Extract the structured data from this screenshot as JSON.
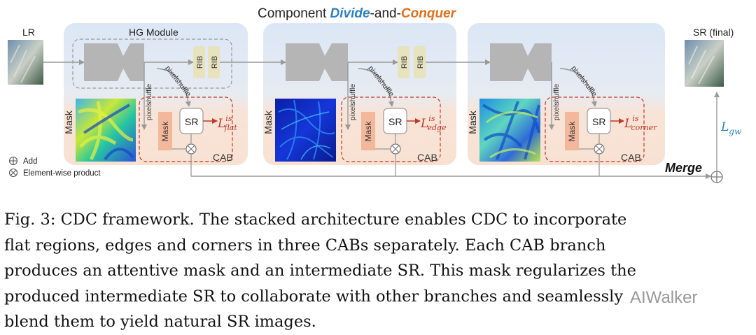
{
  "title": {
    "prefix": "Component ",
    "divide": "Divide",
    "mid": "-and-",
    "conquer": "Conquer"
  },
  "colors": {
    "divide": "#2b7fc4",
    "conquer": "#e0701a",
    "arrow_red": "#c0392b",
    "blue_panel": "#dce8f5",
    "peach_panel": "#f9e3d4",
    "gray_block": "#b5b5b5",
    "rib": "#e6e3bd",
    "mask_block": "#f3b89c",
    "dash_red": "#c0392b"
  },
  "labels": {
    "lr": "LR",
    "sr_final": "SR (final)",
    "hg_module": "HG Module",
    "rib": "RIB",
    "pixelshuffle": "pixelshuffle",
    "mask": "Mask",
    "sr": "SR",
    "cab": "CAB",
    "merge": "Merge",
    "loss_L": "L",
    "loss_sup": "is",
    "loss_flat": "flat",
    "loss_edge": "edge",
    "loss_corner": "corner",
    "lgw_L": "L",
    "lgw_sub": "gw",
    "legend_add": "Add",
    "legend_product": "Element-wise product"
  },
  "stages": [
    {
      "loss": "flat",
      "mask_style": "flat"
    },
    {
      "loss": "edge",
      "mask_style": "edge"
    },
    {
      "loss": "corner",
      "mask_style": "corner"
    }
  ],
  "caption": {
    "lines": [
      "Fig. 3: CDC framework. The stacked architecture enables CDC to incorporate",
      "flat regions, edges and corners in three CABs separately. Each CAB branch",
      "produces an attentive mask and an intermediate SR. This mask regularizes the",
      "produced intermediate SR to collaborate with other branches and seamlessly",
      "blend them to yield natural SR images."
    ]
  },
  "watermark": "AIWalker"
}
